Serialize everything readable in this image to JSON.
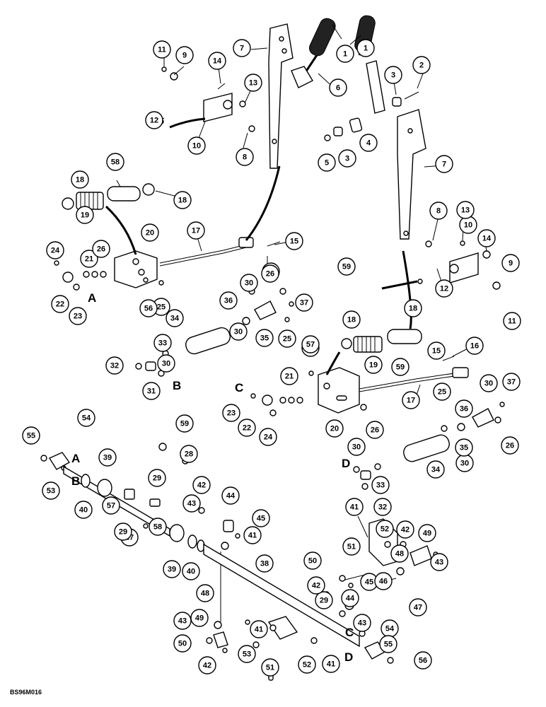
{
  "drawing_code": "BS96M016",
  "letters": [
    "A",
    "B",
    "C",
    "D",
    "A",
    "B",
    "C",
    "D"
  ],
  "callouts": [
    "1",
    "1",
    "2",
    "3",
    "3",
    "4",
    "5",
    "6",
    "7",
    "7",
    "8",
    "8",
    "9",
    "9",
    "10",
    "10",
    "11",
    "11",
    "12",
    "12",
    "13",
    "13",
    "14",
    "14",
    "15",
    "15",
    "16",
    "16",
    "17",
    "17",
    "18",
    "18",
    "18",
    "18",
    "19",
    "19",
    "20",
    "20",
    "21",
    "21",
    "22",
    "22",
    "23",
    "23",
    "24",
    "24",
    "25",
    "25",
    "25",
    "25",
    "26",
    "26",
    "26",
    "26",
    "27",
    "28",
    "29",
    "29",
    "29",
    "30",
    "30",
    "30",
    "30",
    "30",
    "30",
    "31",
    "32",
    "32",
    "33",
    "33",
    "34",
    "34",
    "35",
    "35",
    "36",
    "36",
    "37",
    "37",
    "38",
    "39",
    "39",
    "40",
    "40",
    "41",
    "41",
    "41",
    "41",
    "42",
    "42",
    "42",
    "42",
    "43",
    "43",
    "43",
    "43",
    "44",
    "44",
    "45",
    "45",
    "46",
    "47",
    "48",
    "48",
    "49",
    "49",
    "50",
    "50",
    "51",
    "51",
    "52",
    "52",
    "53",
    "53",
    "54",
    "54",
    "55",
    "55",
    "56",
    "56",
    "57",
    "57",
    "58",
    "58",
    "59",
    "59",
    "59"
  ]
}
